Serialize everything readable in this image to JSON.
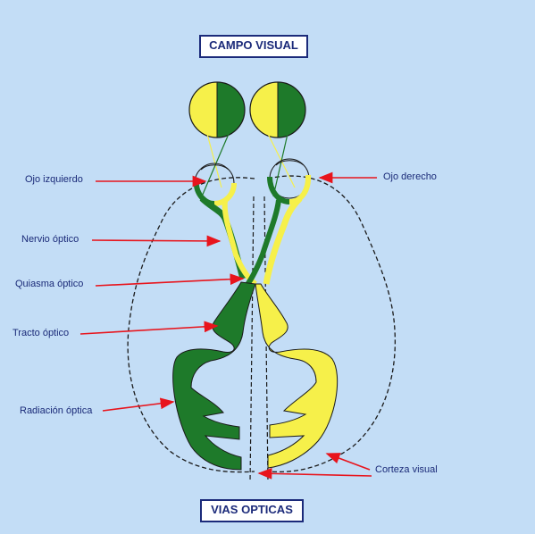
{
  "titles": {
    "top": "CAMPO VISUAL",
    "bottom": "VIAS OPTICAS"
  },
  "labels": {
    "ojo_izquierdo": "Ojo izquierdo",
    "nervio_optico": "Nervio óptico",
    "quiasma_optico": "Quiasma óptico",
    "tracto_optico": "Tracto óptico",
    "radiacion_optica": "Radiación óptica",
    "ojo_derecho": "Ojo derecho",
    "corteza_visual": "Corteza visual"
  },
  "colors": {
    "background": "#c3ddf6",
    "green_pathway": "#1e7a2a",
    "yellow_pathway": "#f6f04a",
    "arrow": "#e8141c",
    "label_text": "#1a2a78",
    "outline": "#1a1a1a"
  }
}
